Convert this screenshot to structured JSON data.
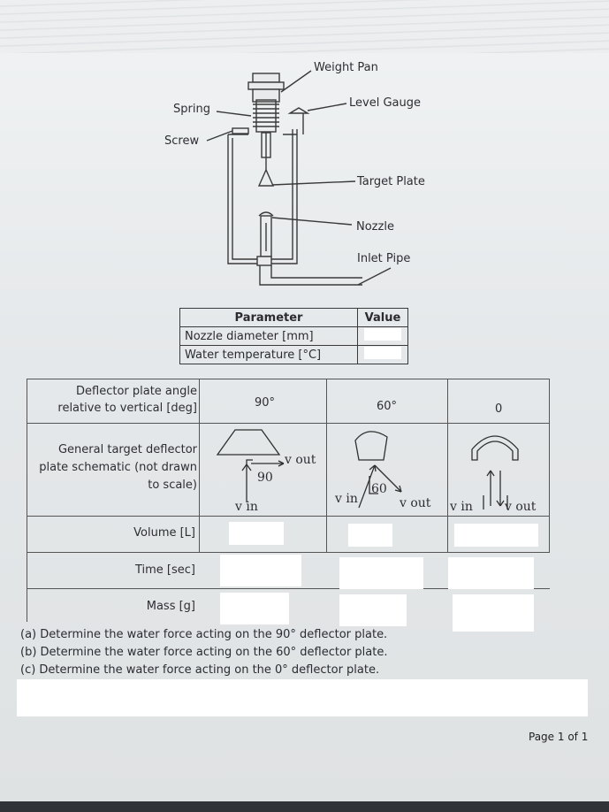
{
  "diagram": {
    "labels": {
      "weight_pan": "Weight Pan",
      "level_gauge": "Level Gauge",
      "spring": "Spring",
      "screw": "Screw",
      "target_plate": "Target Plate",
      "nozzle": "Nozzle",
      "inlet_pipe": "Inlet Pipe"
    }
  },
  "param_table": {
    "headers": [
      "Parameter",
      "Value"
    ],
    "rows": [
      {
        "parameter": "Nozzle diameter [mm]",
        "value": ""
      },
      {
        "parameter": "Water temperature [°C]",
        "value": ""
      }
    ]
  },
  "data_table": {
    "angle_label": "Deflector plate angle relative to vertical [deg]",
    "angles": [
      "90°",
      "60°",
      "0"
    ],
    "schematic_label": "General target deflector plate schematic (not drawn to scale)",
    "schematics": [
      {
        "angle_text": "90",
        "v_in": "v in",
        "v_out": "v out"
      },
      {
        "angle_text": "60",
        "v_in": "v in",
        "v_out": "v out"
      },
      {
        "angle_text": "",
        "v_in": "v in",
        "v_out": "v out"
      }
    ],
    "measure_rows": [
      {
        "label": "Volume [L]",
        "values": [
          "",
          "",
          ""
        ]
      },
      {
        "label": "Time [sec]",
        "values": [
          "",
          "",
          ""
        ]
      },
      {
        "label": "Mass [g]",
        "values": [
          "",
          "",
          ""
        ]
      }
    ]
  },
  "questions": [
    "(a)  Determine the water force acting on the 90° deflector plate.",
    "(b)  Determine the water force acting on the 60° deflector plate.",
    "(c)  Determine the water force acting on the 0° deflector plate."
  ],
  "page_number": "Page 1 of 1"
}
